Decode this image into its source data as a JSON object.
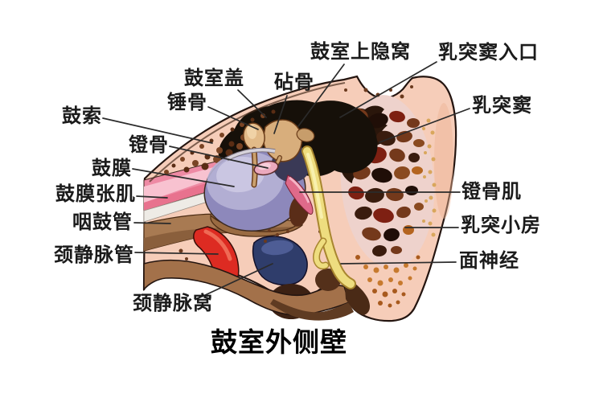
{
  "figure_title": "鼓室外侧壁",
  "labels": [
    {
      "id": "chorda-tympani",
      "text": "鼓索"
    },
    {
      "id": "malleus",
      "text": "锤骨"
    },
    {
      "id": "tegmen-tympani",
      "text": "鼓室盖"
    },
    {
      "id": "incus",
      "text": "砧骨"
    },
    {
      "id": "epitympanic-recess",
      "text": "鼓室上隐窝"
    },
    {
      "id": "aditus-to-mastoid-antrum",
      "text": "乳突窦入口"
    },
    {
      "id": "mastoid-antrum",
      "text": "乳突窦"
    },
    {
      "id": "stapes",
      "text": "镫骨"
    },
    {
      "id": "tympanic-membrane",
      "text": "鼓膜"
    },
    {
      "id": "tensor-tympani",
      "text": "鼓膜张肌"
    },
    {
      "id": "eustachian-tube",
      "text": "咽鼓管"
    },
    {
      "id": "jugular-canal",
      "text": "颈静脉管"
    },
    {
      "id": "jugular-fossa",
      "text": "颈静脉窝"
    },
    {
      "id": "stapedius",
      "text": "镫骨肌"
    },
    {
      "id": "mastoid-air-cells",
      "text": "乳突小房"
    },
    {
      "id": "facial-nerve",
      "text": "面神经"
    }
  ],
  "palette": {
    "background": "#ffffff",
    "bone_flesh": "#f6cdb9",
    "outline": "#241510",
    "tympanic_cavity_lavender": "#8d88bb",
    "membrane_pink": "#ee8aa4",
    "eustachian_brown": "#a87a52",
    "jugular_canal_red": "#dd2b22",
    "jugular_fossa_blue": "#2f3d6b",
    "facial_nerve_yellow": "#eedd7f",
    "air_cell_brown": "#5a2d12",
    "label_text": "#1b1b1b",
    "leader_line": "#2b2b2b"
  }
}
